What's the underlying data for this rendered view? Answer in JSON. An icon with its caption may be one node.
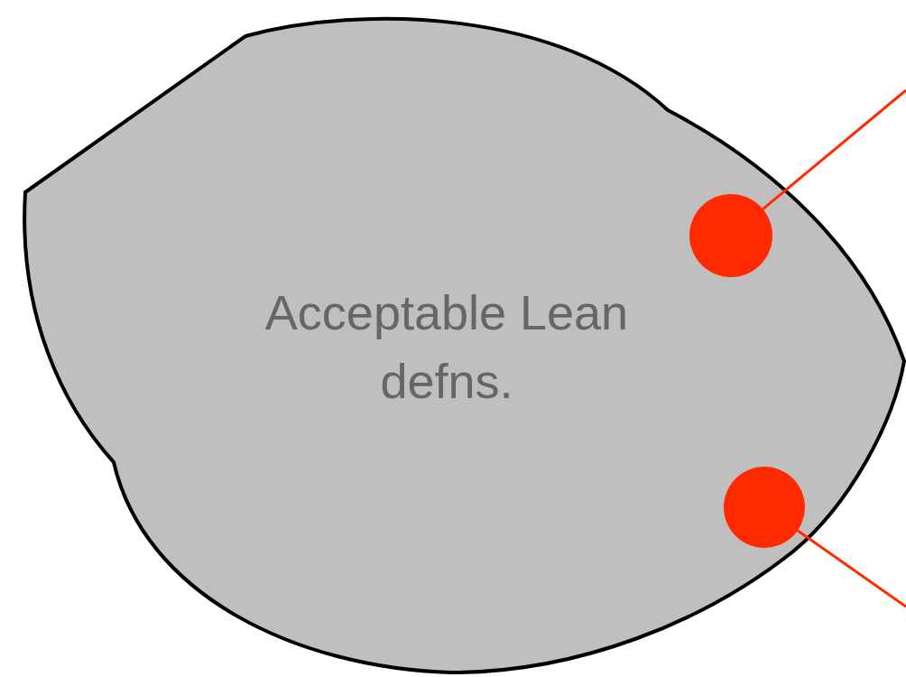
{
  "diagram": {
    "nodes": [
      {
        "text": [
          "Acceptable Lean defns."
        ]
      },
      {
        "text": [],
        "shape": "circle",
        "in": 0
      },
      {
        "text": [],
        "shape": "circle",
        "in": 0
      }
    ],
    "edges": [
      {
        "from": 1,
        "to": null,
        "arrow": "none"
      },
      {
        "from": 2,
        "to": null,
        "arrow": "none"
      }
    ]
  }
}
